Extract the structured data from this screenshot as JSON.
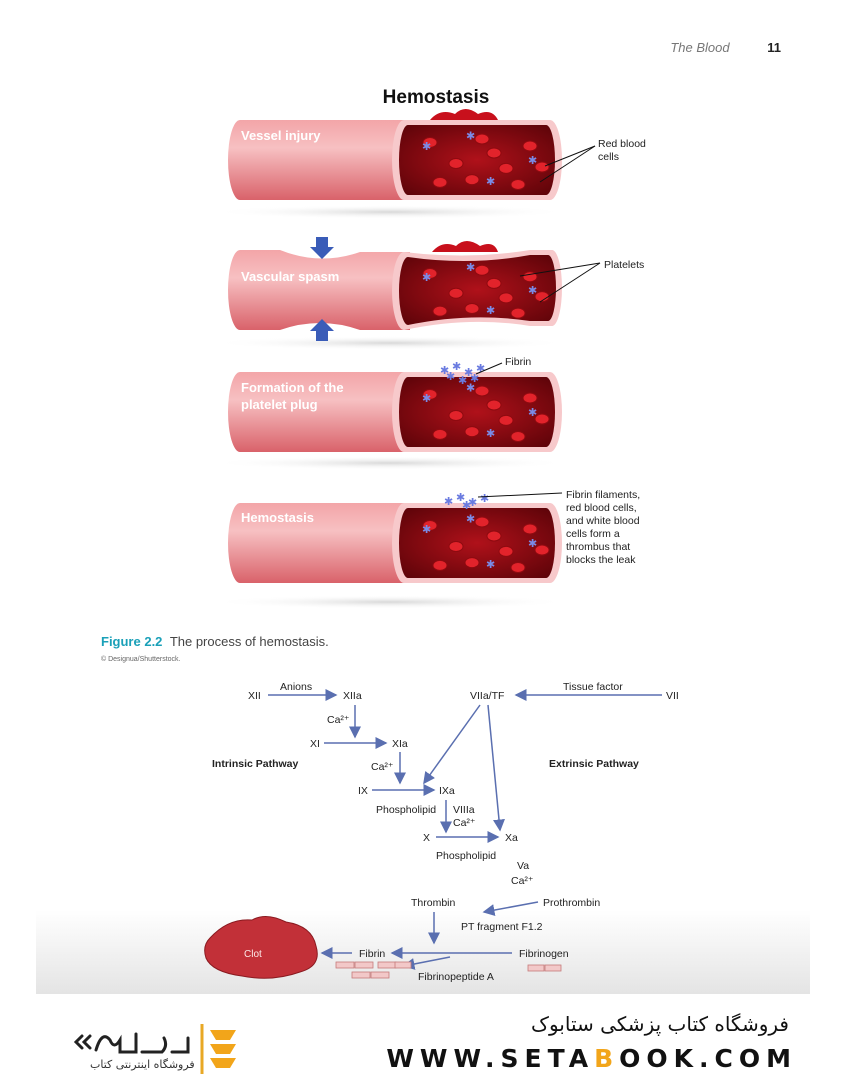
{
  "header": {
    "running_title": "The Blood",
    "page_number": "11"
  },
  "illustration": {
    "title": "Hemostasis",
    "panels": [
      {
        "label_lines": [
          "Vessel injury"
        ]
      },
      {
        "label_lines": [
          "Vascular spasm"
        ]
      },
      {
        "label_lines": [
          "Formation of the",
          "platelet plug"
        ]
      },
      {
        "label_lines": [
          "Hemostasis"
        ]
      }
    ],
    "callouts": {
      "rbc": [
        "Red blood",
        "cells"
      ],
      "platelets": [
        "Platelets"
      ],
      "fibrin": [
        "Fibrin"
      ],
      "thrombus": [
        "Fibrin filaments,",
        "red blood cells,",
        "and white blood",
        "cells form a",
        "thrombus that",
        "blocks the leak"
      ]
    }
  },
  "caption": {
    "label": "Figure 2.2",
    "text": "The process of hemostasis.",
    "credit": "© Designua/Shutterstock."
  },
  "pathway": {
    "xii": "XII",
    "anions": "Anions",
    "xiia": "XIIa",
    "ca1": "Ca²⁺",
    "xi": "XI",
    "xia": "XIa",
    "intrinsic": "Intrinsic Pathway",
    "extrinsic": "Extrinsic Pathway",
    "ca2": "Ca²⁺",
    "ix": "IX",
    "ixa": "IXa",
    "phospholipid1": "Phospholipid",
    "viiia": "VIIIa",
    "ca3": "Ca²⁺",
    "x": "X",
    "xa": "Xa",
    "phospholipid2": "Phospholipid",
    "va": "Va",
    "ca4": "Ca²⁺",
    "viiatf": "VIIa/TF",
    "tissue_factor": "Tissue factor",
    "vii": "VII",
    "thrombin": "Thrombin",
    "prothrombin": "Prothrombin",
    "pt_fragment": "PT fragment F1.2",
    "clot": "Clot",
    "fibrin": "Fibrin",
    "fibrinogen": "Fibrinogen",
    "fibrinopeptide": "Fibrinopeptide A"
  },
  "footer": {
    "shop_name": "فروشگاه کتاب پزشکی ستابوک",
    "url_pre": "WWW.SETA",
    "url_hl": "B",
    "url_post": "OOK.COM",
    "logo_sub": "فروشگاه اینترنتی کتاب"
  }
}
